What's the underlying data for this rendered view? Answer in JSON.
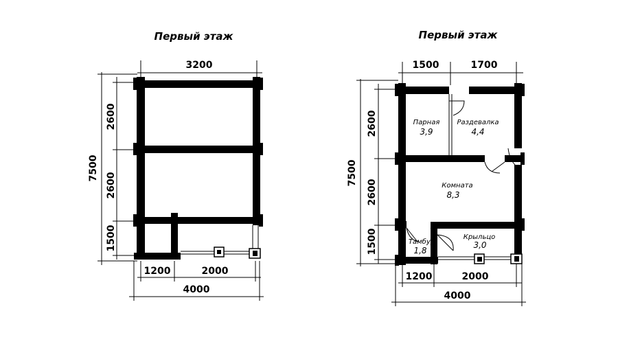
{
  "plans": {
    "left": {
      "title": "Первый этаж",
      "dims": {
        "top": "3200",
        "total_height": "7500",
        "seg1": "2600",
        "seg2": "2600",
        "seg3": "1500",
        "bottom1": "1200",
        "bottom2": "2000",
        "total_width": "4000"
      }
    },
    "right": {
      "title": "Первый этаж",
      "dims": {
        "top1": "1500",
        "top2": "1700",
        "total_height": "7500",
        "seg1": "2600",
        "seg2": "2600",
        "seg3": "1500",
        "bottom1": "1200",
        "bottom2": "2000",
        "total_width": "4000"
      },
      "rooms": {
        "steam_name": "Парная",
        "steam_area": "3,9",
        "dressing_name": "Раздевалка",
        "dressing_area": "4,4",
        "room_name": "Комната",
        "room_area": "8,3",
        "vestibule_name": "Тамбур",
        "vestibule_area": "1,8",
        "porch_name": "Крыльцо",
        "porch_area": "3,0"
      }
    }
  }
}
